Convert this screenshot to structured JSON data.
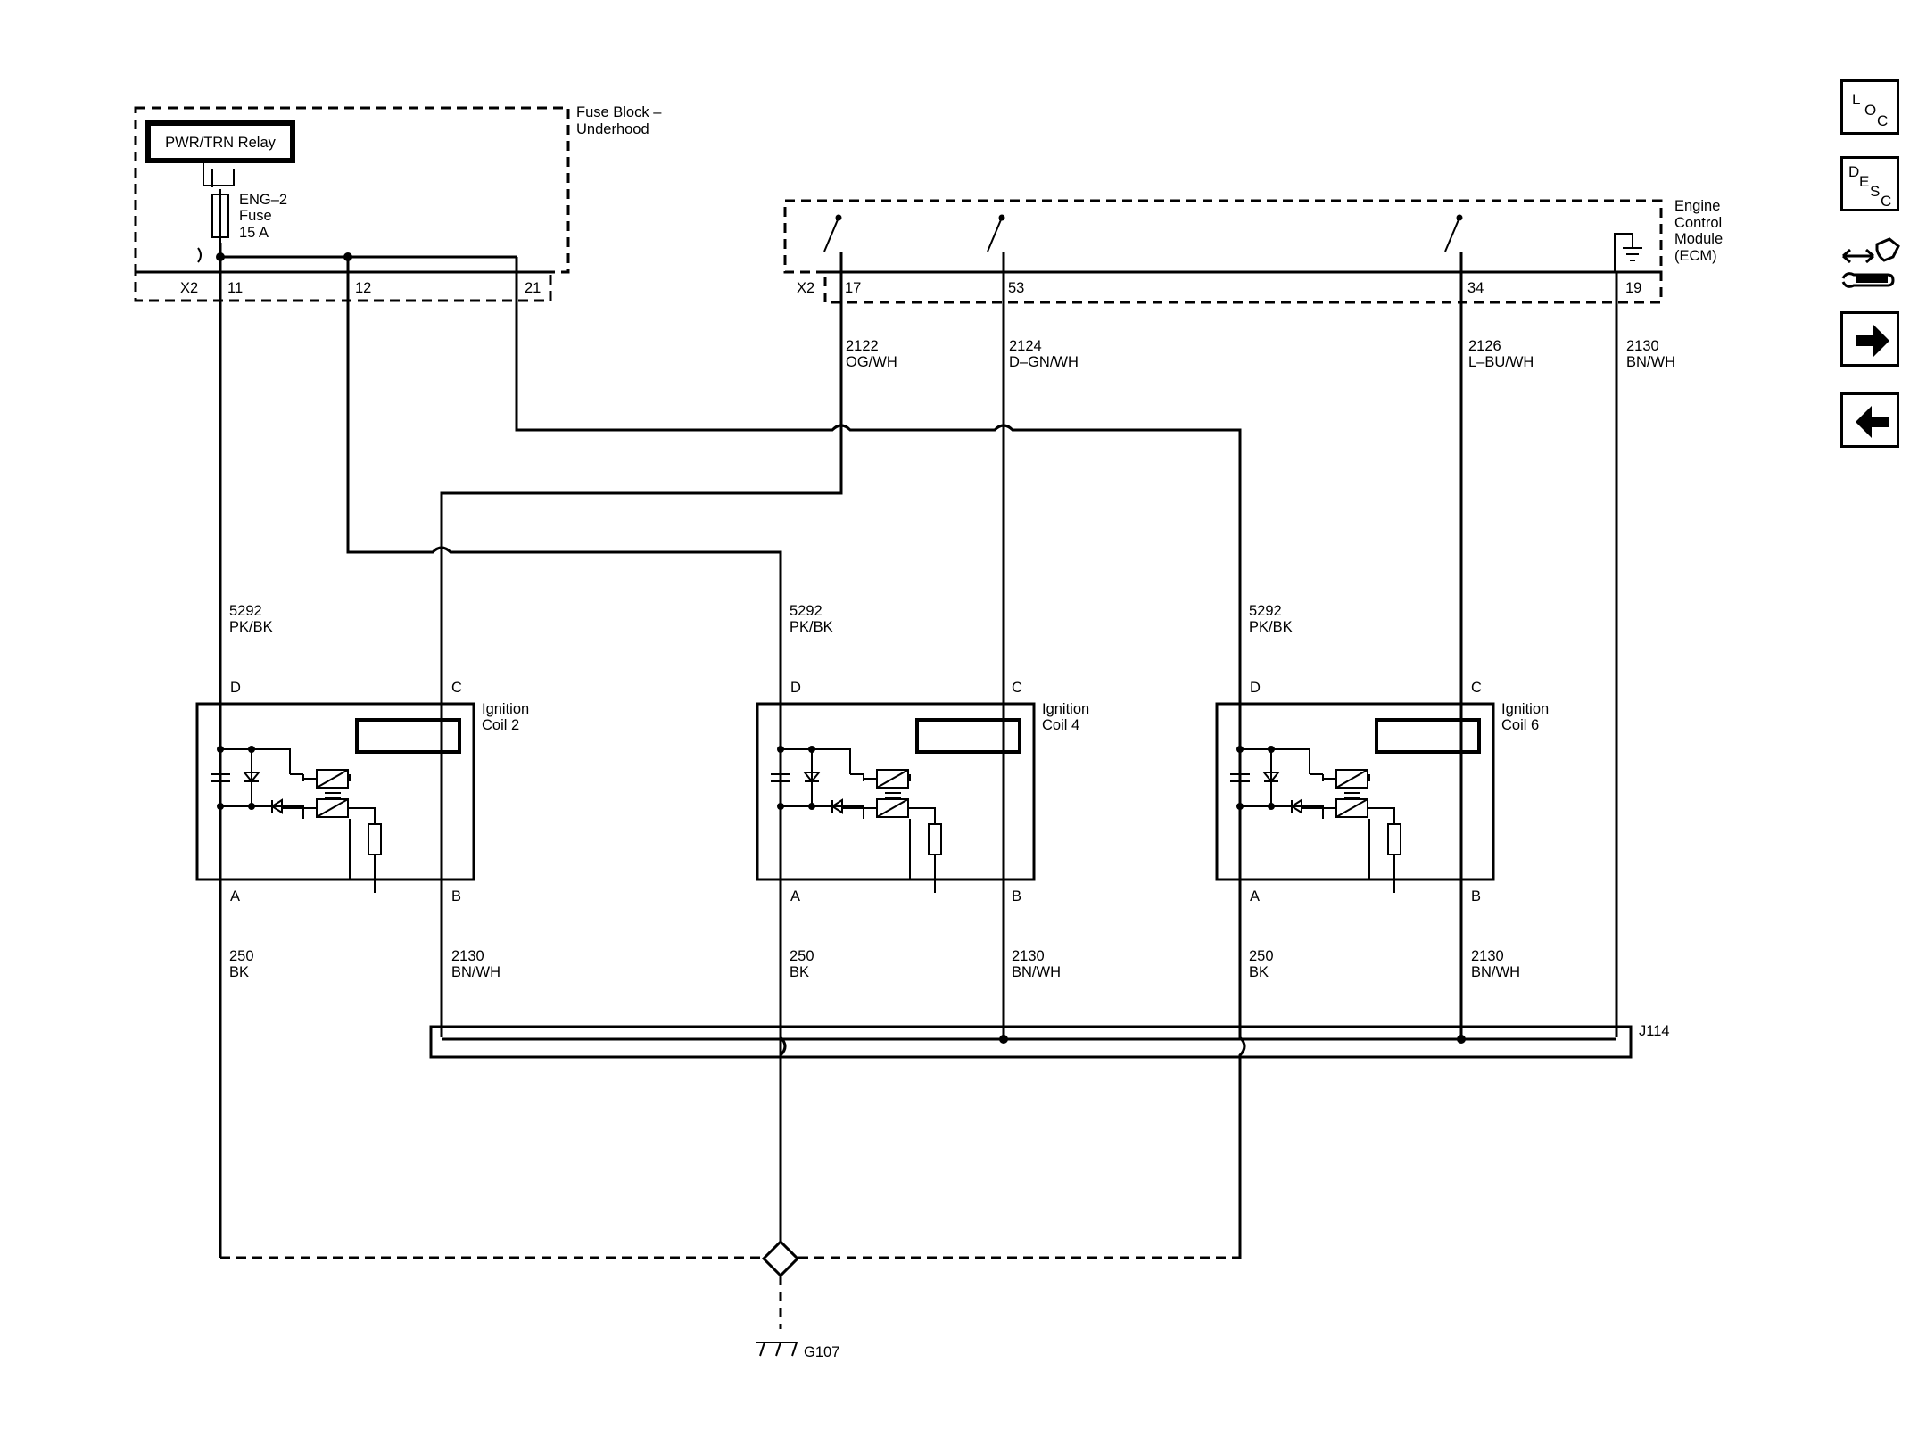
{
  "fuse_block": {
    "title_line1": "Fuse Block –",
    "title_line2": "Underhood",
    "relay_label": "PWR/TRN Relay",
    "fuse_line1": "ENG–2",
    "fuse_line2": "Fuse",
    "fuse_line3": "15 A",
    "connector": "X2",
    "pins": [
      "11",
      "12",
      "21"
    ]
  },
  "ecm": {
    "title_line1": "Engine",
    "title_line2": "Control",
    "title_line3": "Module",
    "title_line4": "(ECM)",
    "connector": "X2",
    "pins": [
      "17",
      "53",
      "34",
      "19"
    ]
  },
  "ecm_wires": [
    {
      "circuit": "2122",
      "color": "OG/WH"
    },
    {
      "circuit": "2124",
      "color": "D–GN/WH"
    },
    {
      "circuit": "2126",
      "color": "L–BU/WH"
    },
    {
      "circuit": "2130",
      "color": "BN/WH"
    }
  ],
  "coils": [
    {
      "name_line1": "Ignition",
      "name_line2": "Coil 2",
      "pin_d": "D",
      "pin_c": "C",
      "pin_a": "A",
      "pin_b": "B",
      "supply_circuit": "5292",
      "supply_color": "PK/BK",
      "ground_circuit": "250",
      "ground_color": "BK",
      "ref_circuit": "2130",
      "ref_color": "BN/WH"
    },
    {
      "name_line1": "Ignition",
      "name_line2": "Coil 4",
      "pin_d": "D",
      "pin_c": "C",
      "pin_a": "A",
      "pin_b": "B",
      "supply_circuit": "5292",
      "supply_color": "PK/BK",
      "ground_circuit": "250",
      "ground_color": "BK",
      "ref_circuit": "2130",
      "ref_color": "BN/WH"
    },
    {
      "name_line1": "Ignition",
      "name_line2": "Coil 6",
      "pin_d": "D",
      "pin_c": "C",
      "pin_a": "A",
      "pin_b": "B",
      "supply_circuit": "5292",
      "supply_color": "PK/BK",
      "ground_circuit": "250",
      "ground_color": "BK",
      "ref_circuit": "2130",
      "ref_color": "BN/WH"
    }
  ],
  "splice": "J114",
  "ground": "G107",
  "nav": {
    "loc_letters": [
      "L",
      "O",
      "C"
    ],
    "desc_letters": [
      "D",
      "E",
      "S",
      "C"
    ],
    "connector_icon": "connector-tool-icon",
    "next_icon": "arrow-right-icon",
    "prev_icon": "arrow-left-icon"
  }
}
